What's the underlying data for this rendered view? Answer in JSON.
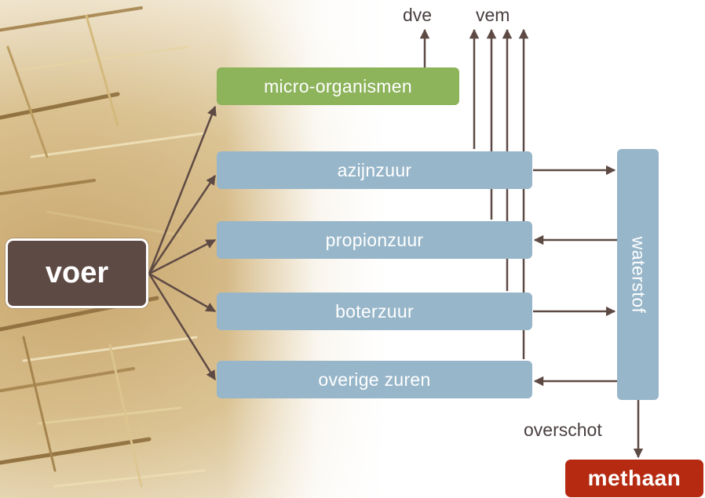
{
  "diagram": {
    "source": "voer",
    "products": {
      "micro_organismen": "micro-organismen",
      "azijnzuur": "azijnzuur",
      "propionzuur": "propionzuur",
      "boterzuur": "boterzuur",
      "overige_zuren": "overige zuren"
    },
    "waterstof": "waterstof",
    "methaan": "methaan",
    "outputs": {
      "dve": "dve",
      "vem": "vem"
    },
    "overschot": "overschot"
  },
  "colors": {
    "voer_box": "#5e4a44",
    "micro_box": "#8db35b",
    "acid_boxes": "#97b6c9",
    "methaan_box": "#b52a10",
    "arrows": "#5e4a44",
    "labels": "#4a3f3f"
  },
  "background_image": "straw-bale"
}
